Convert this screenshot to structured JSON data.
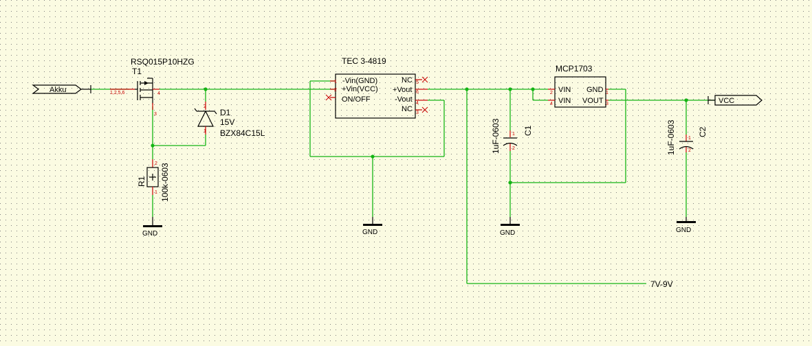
{
  "colors": {
    "background": "#fbfbe2",
    "wire": "#14b414",
    "pin": "#c80000",
    "symbol": "#000000",
    "grid": "#707070"
  },
  "nets": {
    "input": "Akku",
    "output": "VCC",
    "bus": "7V-9V",
    "ground": "GND"
  },
  "T1": {
    "part": "RSQ015P10HZG",
    "ref": "T1",
    "pins_left": "1,2,5,6",
    "pin_right": "4",
    "pin_gate": "3"
  },
  "D1": {
    "ref": "D1",
    "value": "15V",
    "part": "BZX84C15L",
    "pin_a": "2",
    "pin_b": "1"
  },
  "R1": {
    "ref": "R1",
    "value": "100k-0603",
    "pin_top": "2",
    "pin_bot": "1"
  },
  "U1": {
    "name": "TEC 3-4819",
    "left_pins": [
      {
        "label": "-Vin(GND)",
        "num": "1"
      },
      {
        "label": "+Vin(VCC)",
        "num": "2"
      },
      {
        "label": "ON/OFF",
        "num": "3"
      }
    ],
    "right_pins": [
      {
        "label": "NC",
        "num": "5"
      },
      {
        "label": "+Vout",
        "num": "6"
      },
      {
        "label": "-Vout",
        "num": "4"
      },
      {
        "label": "NC",
        "num": "3"
      }
    ]
  },
  "C1": {
    "ref": "C1",
    "value": "1uF-0603",
    "pin_top": "1",
    "pin_bot": "2"
  },
  "C2": {
    "ref": "C2",
    "value": "1uF-0603",
    "pin_top": "1",
    "pin_bot": "2"
  },
  "U2": {
    "name": "MCP1703",
    "left_pins": [
      {
        "label": "VIN",
        "num": "2"
      },
      {
        "label": "VIN",
        "num": "4"
      }
    ],
    "right_pins": [
      {
        "label": "GND",
        "num": "1"
      },
      {
        "label": "VOUT",
        "num": "3"
      }
    ]
  }
}
